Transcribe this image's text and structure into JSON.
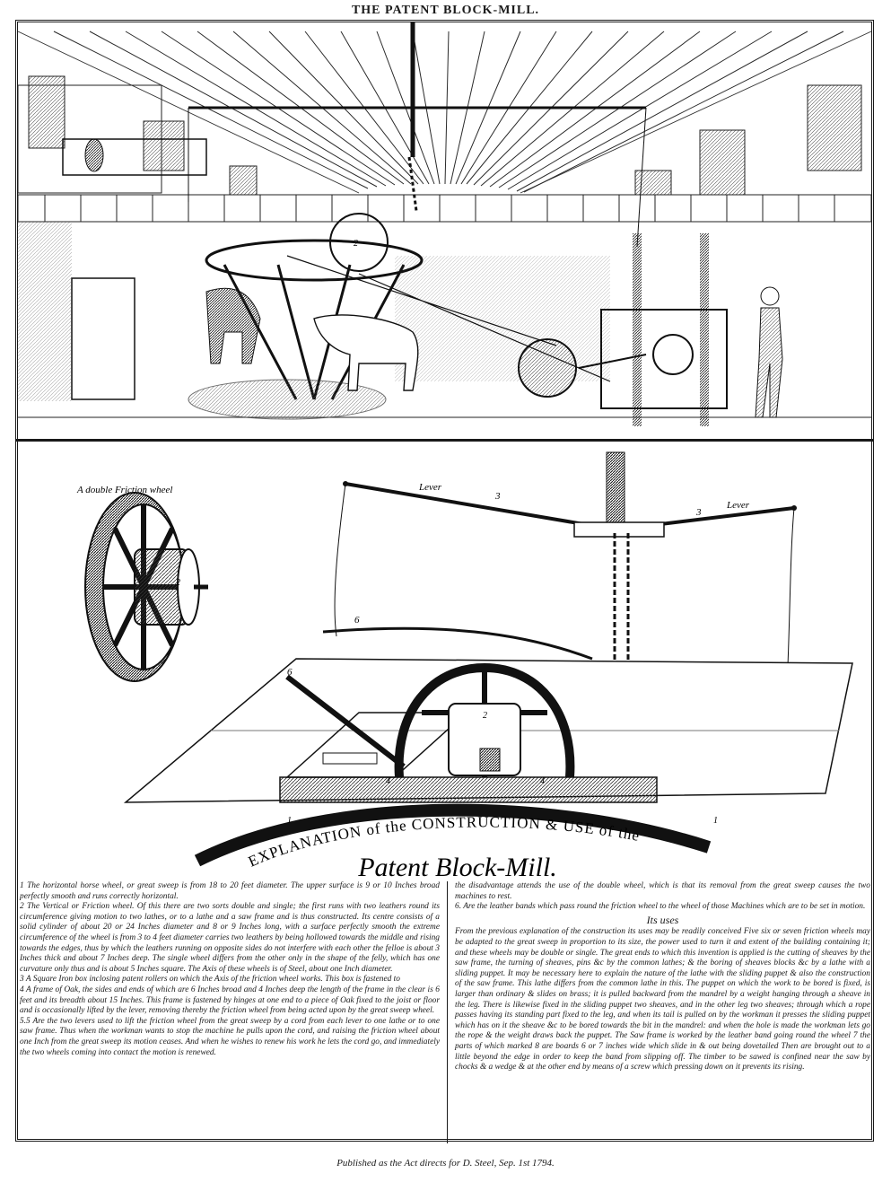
{
  "title": "THE PATENT BLOCK-MILL.",
  "figure_labels": {
    "double_friction_wheel": "A double Friction wheel",
    "lever_left": "Lever",
    "lever_right": "Lever",
    "num_2": "2",
    "num_3a": "3",
    "num_3b": "3",
    "num_6a": "6",
    "num_6b": "6",
    "num_4a": "4",
    "num_4b": "4",
    "num_1a": "1",
    "num_1b": "1",
    "num_2b": "2"
  },
  "explanation_heading": {
    "line1": "EXPLANATION of the CONSTRUCTION & USE of the",
    "line2": "Patent Block-Mill."
  },
  "left_column": [
    "1 The horizontal horse wheel, or great sweep is from 18 to 20 feet diameter. The upper surface is 9 or 10 Inches broad perfectly smooth and runs correctly horizontal.",
    "2 The Vertical or Friction wheel. Of this there are two sorts double and single; the first runs with two leathers round its circumference giving motion to two lathes, or to a lathe and a saw frame and is thus constructed. Its centre consists of a solid cylinder of about 20 or 24 Inches diameter and 8 or 9 Inches long, with a surface perfectly smooth the extreme circumference of the wheel is from 3 to 4 feet diameter carries two leathers by being hollowed towards the middle and rising towards the edges, thus by which the leathers running on opposite sides do not interfere with each other the felloe is about 3 Inches thick and about 7 Inches deep. The single wheel differs from the other only in the shape of the felly, which has one curvature only thus and is about 5 Inches square. The Axis of these wheels is of Steel, about one Inch diameter.",
    "3 A Square Iron box inclosing patent rollers on which the Axis of the friction wheel works. This box is fastened to",
    "4 A frame of Oak, the sides and ends of which are 6 Inches broad and 4 Inches deep the length of the frame in the clear is 6 feet and its breadth about 15 Inches. This frame is fastened by hinges at one end to a piece of Oak fixed to the joist or floor and is occasionally lifted by the lever, removing thereby the friction wheel from being acted upon by the great sweep wheel.",
    "5.5 Are the two levers used to lift the friction wheel from the great sweep by a cord from each lever to one lathe or to one saw frame. Thus when the workman wants to stop the machine he pulls upon the cord, and raising the friction wheel about one Inch from the great sweep its motion ceases. And when he wishes to renew his work he lets the cord go, and immediately the two wheels coming into contact the motion is renewed."
  ],
  "right_column_top": [
    "the disadvantage attends the use of the double wheel, which is that its removal from the great sweep causes the two machines to rest.",
    "6. Are the leather bands which pass round the friction wheel to the wheel of those Machines which are to be set in motion."
  ],
  "uses_title": "Its uses",
  "right_column_uses": "From the previous explanation of the construction its uses may be readily conceived Five six or seven friction wheels may be adapted to the great sweep in proportion to its size, the power used to turn it and extent of the building containing it; and these wheels may be double or single. The great ends to which this invention is applied is the cutting of sheaves by the saw frame, the turning of sheaves, pins &c by the common lathes; & the boring of sheaves blocks &c by a lathe with a sliding puppet. It may be necessary here to explain the nature of the lathe with the sliding puppet & also the construction of the saw frame. This lathe differs from the common lathe in this. The puppet on which the work to be bored is fixed, is larger than ordinary & slides on brass; it is pulled backward from the mandrel by a weight hanging through a sheave in the leg. There is likewise fixed in the sliding puppet two sheaves, and in the other leg two sheaves; through which a rope passes having its standing part fixed to the leg, and when its tail is pulled on by the workman it presses the sliding puppet which has on it the sheave &c to be bored towards the bit in the mandrel: and when the hole is made the workman lets go the rope & the weight draws back the puppet. The Saw frame is worked by the leather band going round the wheel 7 the parts of which marked 8 are boards 6 or 7 inches wide which slide in & out being dovetailed Then are brought out to a little beyond the edge in order to keep the band from slipping off. The timber to be sawed is confined near the saw by chocks & a wedge & at the other end by means of a screw which pressing down on it prevents its rising.",
  "footer": "Published as the Act directs for D. Steel, Sep. 1st 1794."
}
